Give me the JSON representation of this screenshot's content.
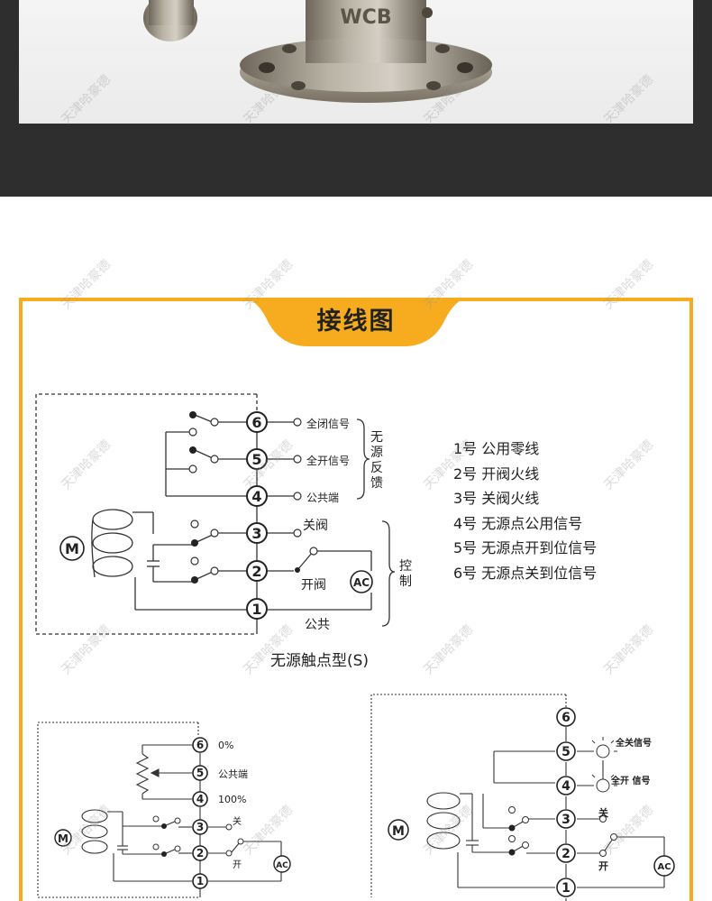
{
  "photo": {
    "casting_mark": "WCB"
  },
  "section_title": "接线图",
  "legend": [
    "1号  公用零线",
    "2号  开阀火线",
    "3号  关阀火线",
    "4号  无源点公用信号",
    "5号  无源点开到位信号",
    "6号  无源点关到位信号"
  ],
  "diagram_s": {
    "caption": "无源触点型(S)",
    "motor": "M",
    "ac": "AC",
    "terminals": [
      "6",
      "5",
      "4",
      "3",
      "2",
      "1"
    ],
    "signal_full_closed": "全闭信号",
    "signal_full_open": "全开信号",
    "signal_common": "公共端",
    "feedback_group": "无源反馈",
    "close_label": "关阀",
    "open_label": "开阀",
    "common_label": "公共",
    "control_group": "控制"
  },
  "diagram_pot": {
    "terminals": [
      "6",
      "5",
      "4",
      "3",
      "2",
      "1"
    ],
    "pct_zero": "0%",
    "common": "公共端",
    "pct_full": "100%",
    "close": "关",
    "open": "开",
    "motor": "M",
    "ac": "AC"
  },
  "diagram_lamp": {
    "terminals": [
      "6",
      "5",
      "4",
      "3",
      "2",
      "1"
    ],
    "full_closed_signal": "全关信号",
    "full_open_signal": "全开 信号",
    "close": "关",
    "open": "开",
    "motor": "M",
    "ac": "AC"
  },
  "watermark": "天津哈豪德",
  "colors": {
    "accent": "#f6ac1e",
    "dark_band": "#2e2e2e"
  }
}
